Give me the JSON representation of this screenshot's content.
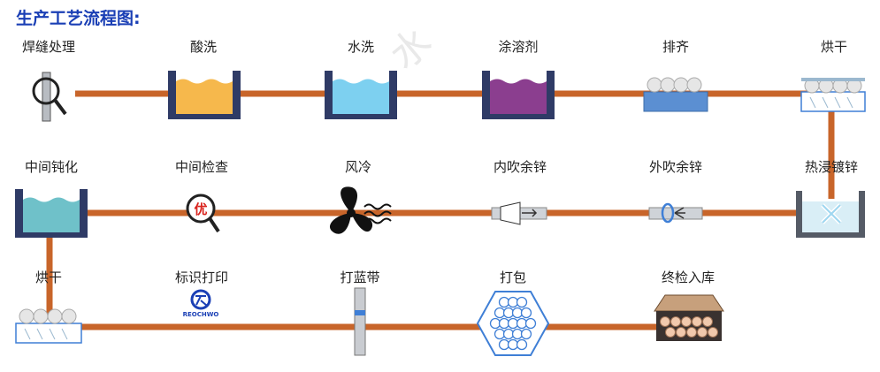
{
  "title": "生产工艺流程图:",
  "watermark": "水",
  "steps": [
    {
      "label": "焊缝处理",
      "icon": "magnifier-icon"
    },
    {
      "label": "酸洗",
      "icon": "acid-tank-icon"
    },
    {
      "label": "水洗",
      "icon": "water-tank-icon"
    },
    {
      "label": "涂溶剂",
      "icon": "flux-tank-icon"
    },
    {
      "label": "排齐",
      "icon": "aligned-pipes-icon"
    },
    {
      "label": "烘干",
      "icon": "dryer-icon"
    },
    {
      "label": "热浸镀锌",
      "icon": "galvanizing-bath-icon"
    },
    {
      "label": "外吹余锌",
      "icon": "outer-blow-icon"
    },
    {
      "label": "内吹余锌",
      "icon": "inner-blow-icon"
    },
    {
      "label": "风冷",
      "icon": "fan-icon"
    },
    {
      "label": "中间检查",
      "icon": "inspection-magnifier-icon",
      "mark": "优"
    },
    {
      "label": "中间钝化",
      "icon": "passivation-tank-icon"
    },
    {
      "label": "烘干",
      "icon": "dryer-icon"
    },
    {
      "label": "标识打印",
      "icon": "brand-logo-icon",
      "mark": "REOCHWO"
    },
    {
      "label": "打蓝带",
      "icon": "blue-band-pipe-icon"
    },
    {
      "label": "打包",
      "icon": "bundle-icon"
    },
    {
      "label": "终检入库",
      "icon": "warehouse-icon"
    }
  ],
  "colors": {
    "title": "#1a3fb5",
    "flow_line": "#c8652a",
    "tank_frame": "#2f3b66",
    "acid": "#f6b84c",
    "water": "#7dd0f0",
    "flux": "#8b3e8f",
    "zinc": "#d9eef6",
    "passivation": "#6fc1c9",
    "blue_band": "#3f7fd6"
  }
}
